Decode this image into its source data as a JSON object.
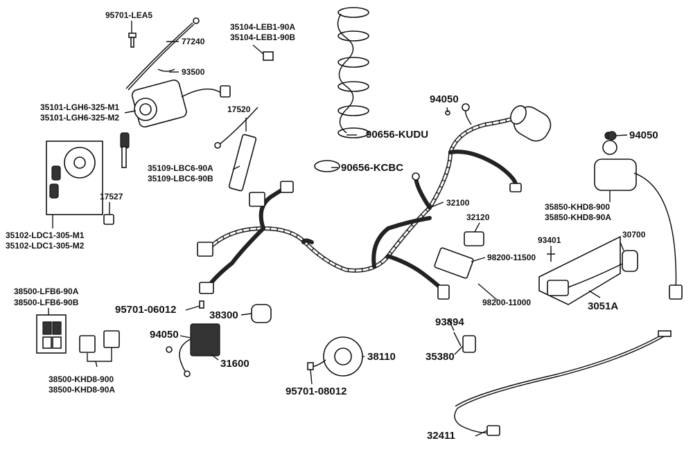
{
  "labels": {
    "l0": "95701-LEA5",
    "l1": "77240",
    "l2": "35104-LEB1-90A",
    "l3": "35104-LEB1-90B",
    "l4": "93500",
    "l5": "35101-LGH6-325-M1",
    "l6": "35101-LGH6-325-M2",
    "l7": "17520",
    "l8": "35109-LBC6-90A",
    "l9": "35109-LBC6-90B",
    "l10": "17527",
    "l11": "35102-LDC1-305-M1",
    "l12": "35102-LDC1-305-M2",
    "l13": "94050",
    "l14": "90656-KUDU",
    "l15": "90656-KCBC",
    "l16": "32100",
    "l17": "32120",
    "l18": "98200-11500",
    "l19": "98200-11000",
    "l20": "94050",
    "l21": "35850-KHD8-900",
    "l22": "35850-KHD8-90A",
    "l23": "93401",
    "l24": "30700",
    "l25": "3051A",
    "l26": "38500-LFB6-90A",
    "l27": "38500-LFB6-90B",
    "l28": "95701-06012",
    "l29": "38300",
    "l30": "94050",
    "l31": "31600",
    "l32": "38110",
    "l33": "95701-08012",
    "l34": "93894",
    "l35": "35380",
    "l36": "38500-KHD8-900",
    "l37": "38500-KHD8-90A",
    "l38": "32411"
  }
}
